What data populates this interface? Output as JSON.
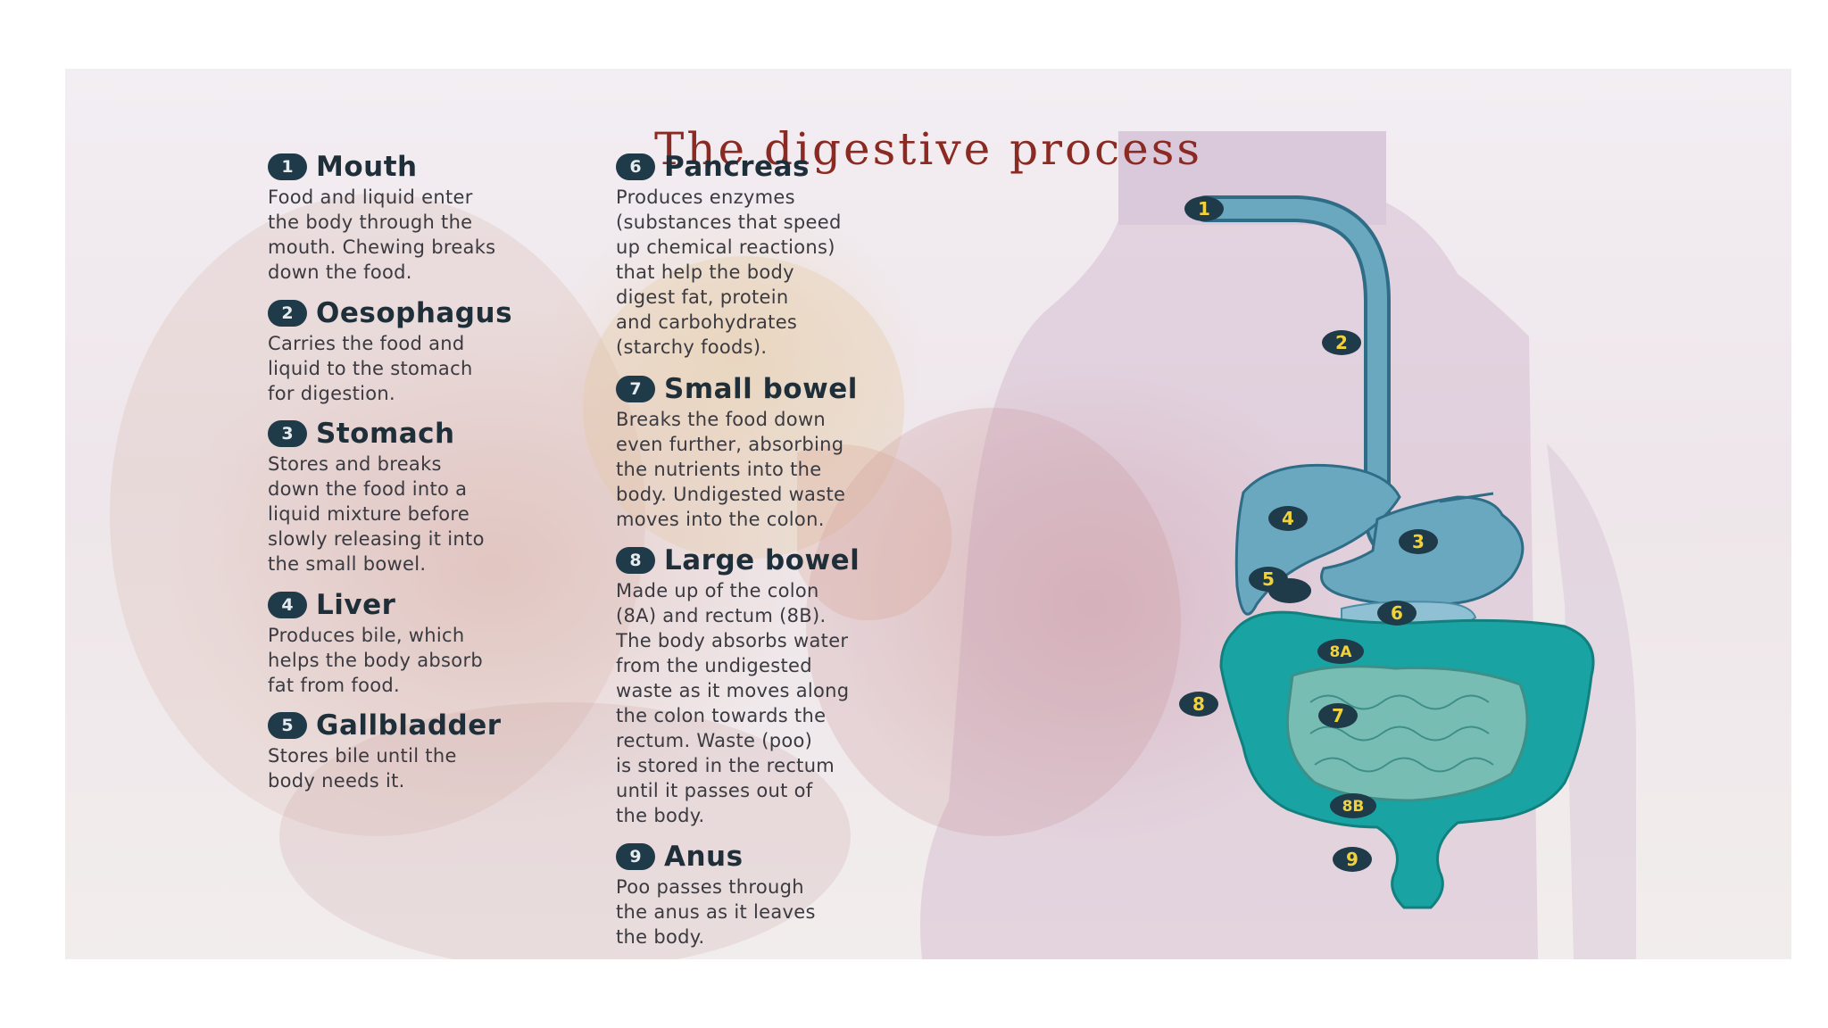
{
  "title": "The digestive process",
  "items": [
    {
      "num": "1",
      "name": "Mouth",
      "desc": "Food and liquid enter\nthe body through the\nmouth. Chewing breaks\ndown the food."
    },
    {
      "num": "2",
      "name": "Oesophagus",
      "desc": "Carries the food and\nliquid to the stomach\nfor digestion."
    },
    {
      "num": "3",
      "name": "Stomach",
      "desc": "Stores and breaks\ndown the food into a\nliquid mixture before\nslowly releasing it into\nthe small bowel."
    },
    {
      "num": "4",
      "name": "Liver",
      "desc": "Produces bile, which\nhelps the body absorb\nfat from food."
    },
    {
      "num": "5",
      "name": "Gallbladder",
      "desc": "Stores bile until the\nbody needs it."
    },
    {
      "num": "6",
      "name": "Pancreas",
      "desc": "Produces enzymes\n(substances that speed\nup chemical reactions)\nthat help the body\ndigest fat, protein\nand carbohydrates\n(starchy foods)."
    },
    {
      "num": "7",
      "name": "Small bowel",
      "desc": "Breaks the food down\neven further, absorbing\nthe nutrients into the\nbody. Undigested waste\nmoves into the colon."
    },
    {
      "num": "8",
      "name": "Large bowel",
      "desc": "Made up of the colon\n(8A) and rectum (8B).\nThe body absorbs water\nfrom the undigested\nwaste as it moves along\nthe colon towards the\nrectum. Waste (poo)\nis stored in the rectum\nuntil it passes out of\nthe body."
    },
    {
      "num": "9",
      "name": "Anus",
      "desc": "Poo passes through\nthe anus as it leaves\nthe body."
    }
  ],
  "diagram_markers": [
    "1",
    "2",
    "3",
    "4",
    "5",
    "6",
    "7",
    "8",
    "8A",
    "8B",
    "9"
  ],
  "colors": {
    "title": "#8b2a22",
    "number_badge": "#1f3a48",
    "marker_text": "#f2d23a",
    "tract_blue": "#5a9ab3",
    "bowel_teal": "#1aa3a3",
    "small_bowel": "#6fb9b2"
  }
}
